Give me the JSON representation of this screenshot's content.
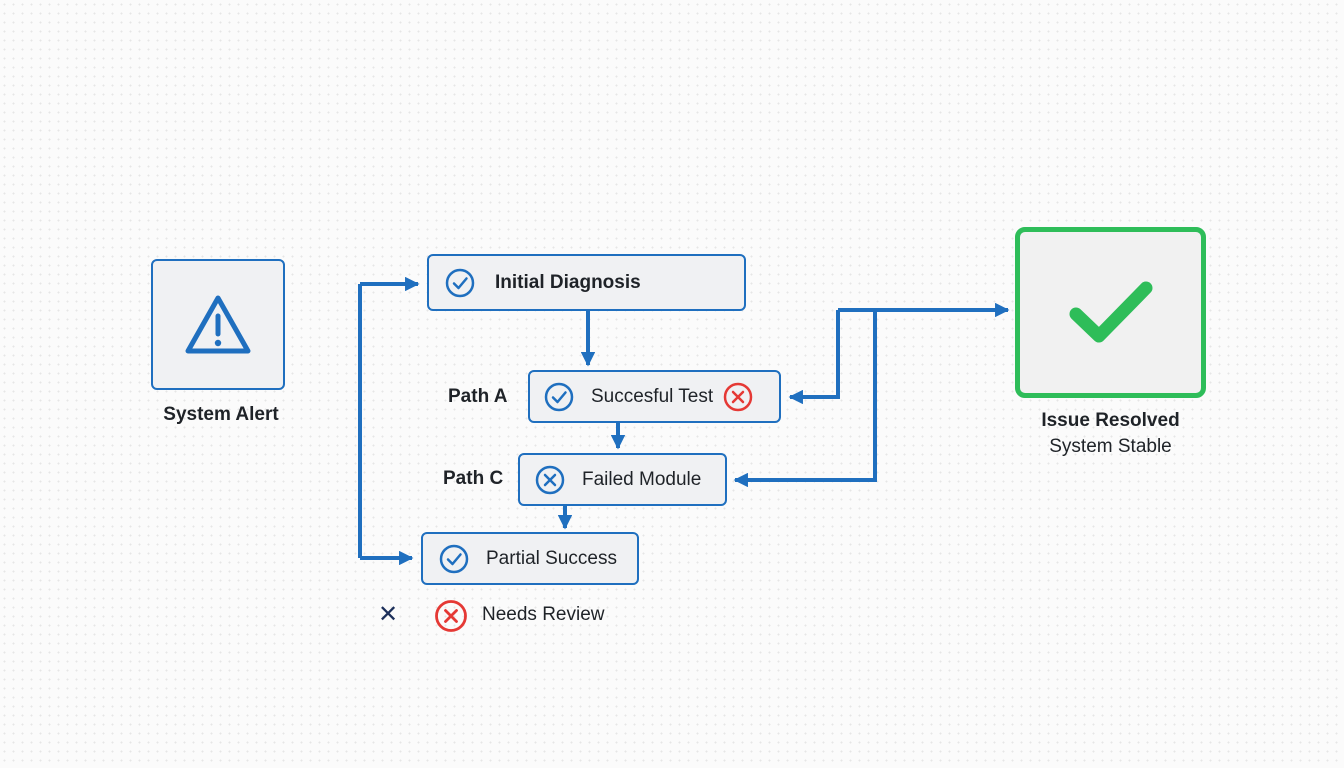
{
  "colors": {
    "flow_blue": "#1f6fbf",
    "success_green": "#2ebd59",
    "error_red": "#e53935",
    "node_fill": "#f0f1f3",
    "text_dark": "#1f2328"
  },
  "start": {
    "label": "System Alert",
    "icon": "warning-triangle-icon"
  },
  "nodes": {
    "initial": {
      "label": "Initial Diagnosis",
      "icon": "check-circle-icon"
    },
    "path_a": {
      "tag": "Path A",
      "label": "Succesful Test",
      "icon": "check-circle-icon",
      "trailing_icon": "x-circle-red-icon"
    },
    "path_c": {
      "tag": "Path C",
      "label": "Failed Module",
      "icon": "x-circle-icon"
    },
    "partial": {
      "label": "Partial Success",
      "icon": "check-circle-icon"
    }
  },
  "end": {
    "title": "Issue Resolved",
    "subtitle": "System Stable",
    "icon": "checkmark-icon"
  },
  "legend": {
    "mark": "✕",
    "label": "Needs Review",
    "icon": "x-circle-red-icon"
  }
}
